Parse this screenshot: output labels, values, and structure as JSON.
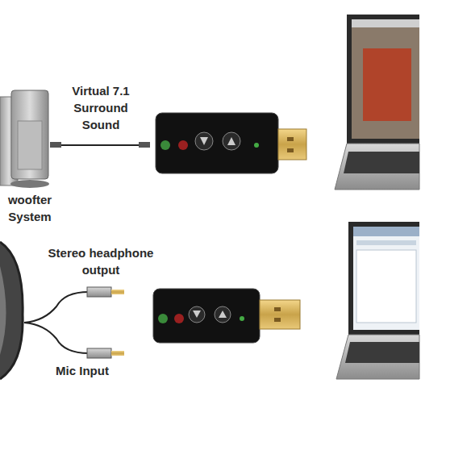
{
  "diagram": {
    "labels": [
      "Virtual 7.1 Surround Sound",
      "woofter System",
      "Stereo headphone output",
      "Mic Input"
    ]
  }
}
